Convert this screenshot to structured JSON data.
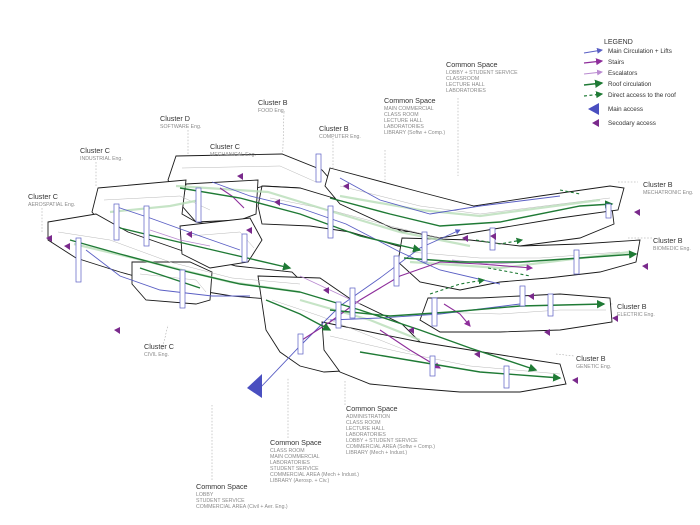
{
  "legend": {
    "title": "LEGEND",
    "items": [
      {
        "label": "Main Circulation + Lifts",
        "color": "#5a5fc4",
        "style": "solid-arrow"
      },
      {
        "label": "Stairs",
        "color": "#8e2e9b",
        "style": "solid-arrow"
      },
      {
        "label": "Escalators",
        "color": "#b98ad0",
        "style": "solid-arrow"
      },
      {
        "label": "Roof circulation",
        "color": "#1f7a35",
        "style": "solid-arrow"
      },
      {
        "label": "Direct access to the roof",
        "color": "#1f7a35",
        "style": "dashed-arrow"
      },
      {
        "label": "Main access",
        "color": "#4a4fc0",
        "style": "large-triangle"
      },
      {
        "label": "Secodary access",
        "color": "#7a2a8c",
        "style": "small-triangle"
      }
    ]
  },
  "clusters": [
    {
      "title": "Cluster B",
      "sub": "FOOD Eng."
    },
    {
      "title": "Cluster D",
      "sub": "SOFTWARE Eng."
    },
    {
      "title": "Cluster B",
      "sub": "COMPUTER Eng."
    },
    {
      "title": "Cluster C",
      "sub": "MECHANICAL Eng."
    },
    {
      "title": "Cluster C",
      "sub": "INDUSTRIAL Eng."
    },
    {
      "title": "Cluster C",
      "sub": "AEROSPATIAL Eng."
    },
    {
      "title": "Cluster C",
      "sub": "CIVIL Eng."
    },
    {
      "title": "Cluster B",
      "sub": "MECHATRONIC Eng."
    },
    {
      "title": "Cluster B",
      "sub": "BIOMEDIC Eng."
    },
    {
      "title": "Cluster B",
      "sub": "ELECTRIC Eng."
    },
    {
      "title": "Cluster B",
      "sub": "GENETIC Eng."
    }
  ],
  "common_spaces": [
    {
      "title": "Common Space",
      "lines": [
        "LOBBY + STUDENT SERVICE",
        "CLASSROOM",
        "LECTURE HALL",
        "LABORATORIES"
      ]
    },
    {
      "title": "Common Space",
      "lines": [
        "MAIN COMMERCIAL",
        "CLASS ROOM",
        "LECTURE HALL",
        "LABORATORIES",
        "LIBRARY (Softw + Comp.)"
      ]
    },
    {
      "title": "Common Space",
      "lines": [
        "ADMINISTRATION",
        "CLASS ROOM",
        "LECTURE HALL",
        "LABORATORIES",
        "LOBBY + STUDENT SERVICE",
        "COMMERCIAL AREA (Softw + Comp.)",
        "LIBRARY (Mech + Indust.)"
      ]
    },
    {
      "title": "Common Space",
      "lines": [
        "CLASS ROOM",
        "MAIN COMMERCIAL",
        "LABORATORIES",
        "STUDENT SERVICE",
        "COMMERCIAL AREA (Mech + Indust.)",
        "LIBRARY (Aerosp. + Civ.)"
      ]
    },
    {
      "title": "Common Space",
      "lines": [
        "LOBBY",
        "STUDENT SERVICE",
        "COMMERCIAL AREA (Civil + Aer. Eng.)"
      ]
    }
  ]
}
